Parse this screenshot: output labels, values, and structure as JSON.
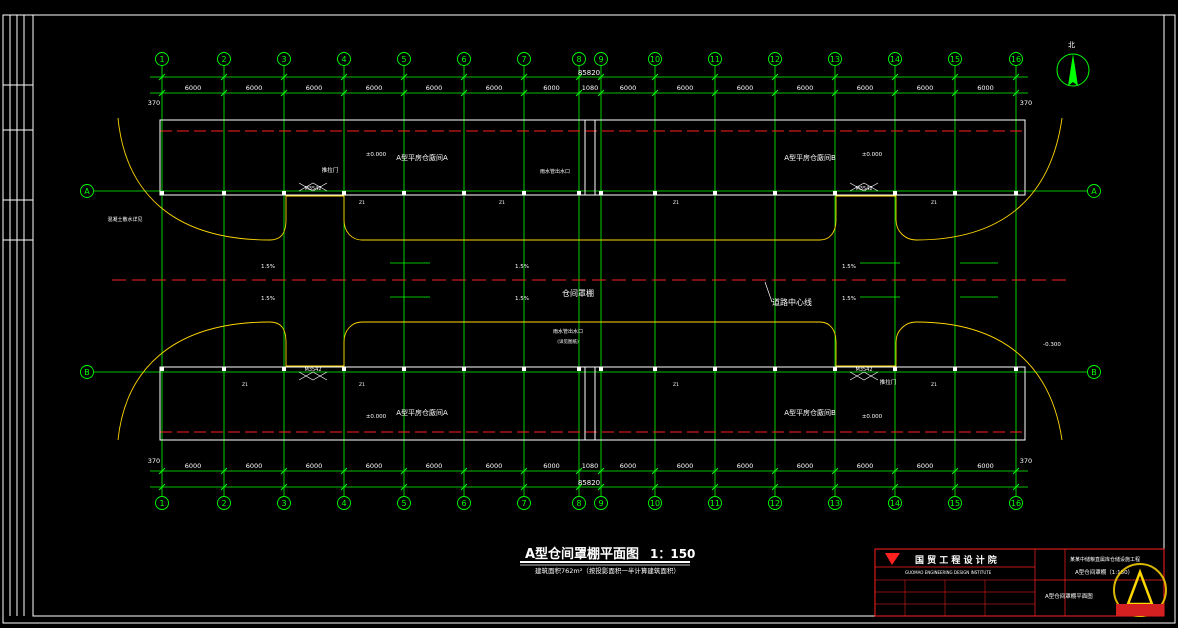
{
  "drawing": {
    "title": "A型仓间罩棚平面图",
    "scale": "1：150",
    "subtitle": "建筑面积762m²（按投影面积一半计算建筑面积）",
    "total_dimension": "85820",
    "north_label": "北"
  },
  "axes_columns": [
    "1",
    "2",
    "3",
    "4",
    "5",
    "6",
    "7",
    "8",
    "9",
    "10",
    "11",
    "12",
    "13",
    "14",
    "15",
    "16"
  ],
  "axes_rows": [
    "A",
    "B"
  ],
  "top_spans": [
    "6000",
    "6000",
    "6000",
    "6000",
    "6000",
    "6000",
    "6000",
    "1080",
    "6000",
    "6000",
    "6000",
    "6000",
    "6000",
    "6000",
    "6000"
  ],
  "bottom_spans": [
    "6000",
    "6000",
    "6000",
    "6000",
    "6000",
    "6000",
    "6000",
    "1080",
    "6000",
    "6000",
    "6000",
    "6000",
    "6000",
    "6000",
    "6000"
  ],
  "edge_dimension": "370",
  "labels": {
    "warehouse_a_top": "A型平房仓廒间A",
    "warehouse_b_top": "A型平房仓廒间B",
    "warehouse_a_bottom": "A型平房仓廒间A",
    "warehouse_b_bottom": "A型平房仓廒间B",
    "elev_zero": "±0.000",
    "elev_neg": "-0.300",
    "canopy": "仓间罩棚",
    "road_center": "道路中心线",
    "slope": "1.5%",
    "door_tag": "M3542",
    "door_top_left": "推拉门",
    "door_bottom_right": "推拉门",
    "column_tag": "Z1",
    "downpipe_top": "雨水管出水口",
    "downpipe_bottom": "雨水管出水口",
    "downpipe_bottom_sub": "(详见图纸)",
    "left_note": "混凝土散水详见"
  },
  "title_block": {
    "institute": "国 贸 工 程 设 计 院",
    "institute_en": "GUOMAO ENGINEERING DESIGN INSTITUTE",
    "project": "某某中储粮直属库仓储设施工程",
    "sheet": "A型仓间罩棚（1:150）",
    "drawing_name": "A型仓间罩棚平面图"
  },
  "colors": {
    "axis_green": "#00ff00",
    "dim_green": "#00ff00",
    "red_centerline": "#ff2020",
    "yellow": "#ffd700",
    "white": "#ffffff",
    "cyan": "#00ffff"
  }
}
